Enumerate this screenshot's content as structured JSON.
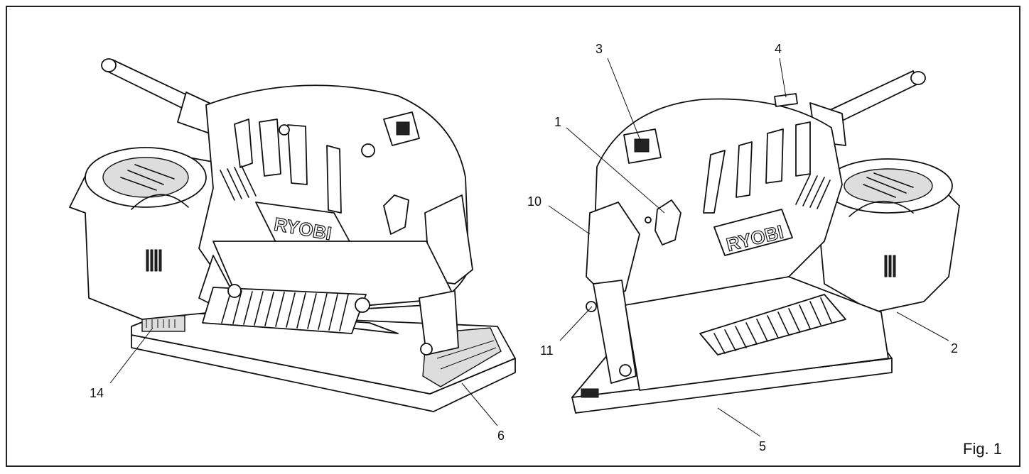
{
  "figure": {
    "label": "Fig. 1",
    "brand_text": "RYOBI",
    "callouts": [
      {
        "id": "c1",
        "text": "1"
      },
      {
        "id": "c2",
        "text": "2"
      },
      {
        "id": "c3",
        "text": "3"
      },
      {
        "id": "c4",
        "text": "4"
      },
      {
        "id": "c5",
        "text": "5"
      },
      {
        "id": "c6",
        "text": "6"
      },
      {
        "id": "c10",
        "text": "10"
      },
      {
        "id": "c11",
        "text": "11"
      },
      {
        "id": "c14",
        "text": "14"
      }
    ]
  }
}
